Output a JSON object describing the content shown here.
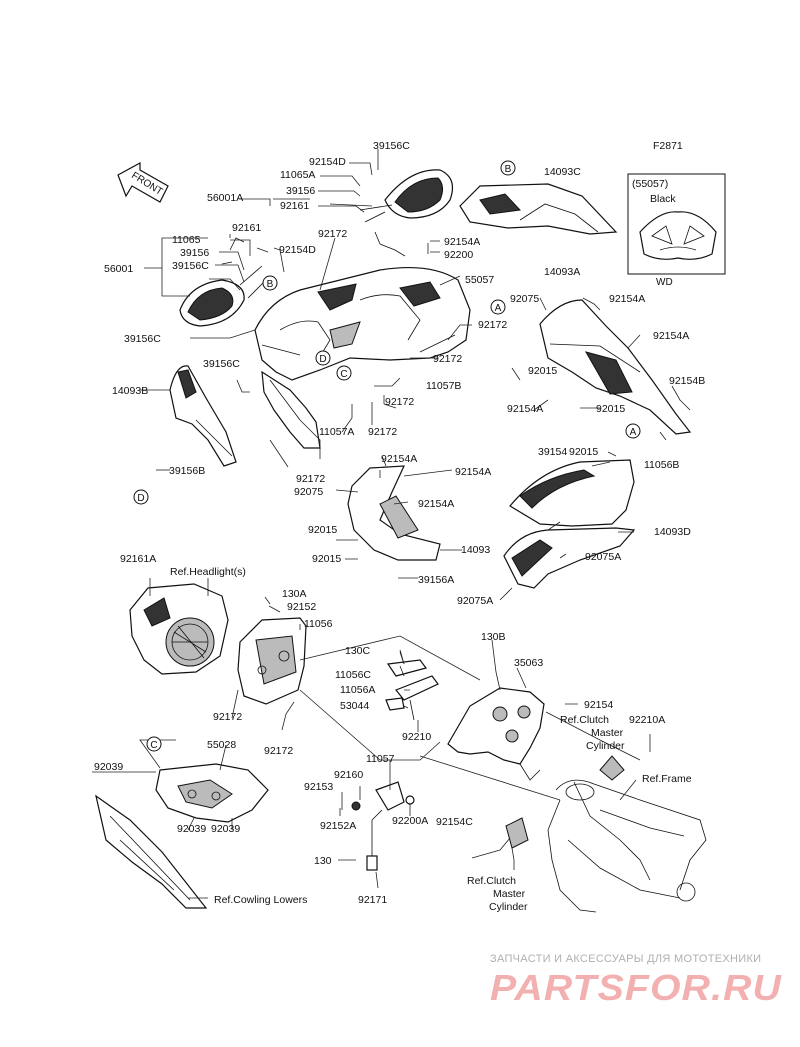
{
  "figure_code": "F2871",
  "front_arrow": "FRONT",
  "inset": {
    "part": "(55057)",
    "color": "Black",
    "variant": "WD"
  },
  "callouts": [
    "A",
    "B",
    "C",
    "D"
  ],
  "labels": {
    "p39156C_a": "39156C",
    "p92154D_a": "92154D",
    "p11065A": "11065A",
    "p39156_a": "39156",
    "p92161_a": "92161",
    "p56001A": "56001A",
    "p14093C": "14093C",
    "p92161_b": "92161",
    "p11065": "11065",
    "p39156_b": "39156",
    "p39156C_b": "39156C",
    "p92154D_b": "92154D",
    "p56001": "56001",
    "p92172_a": "92172",
    "p92154A_a": "92154A",
    "p92200": "92200",
    "p55057": "55057",
    "p14093A": "14093A",
    "p92075_a": "92075",
    "p92154A_b": "92154A",
    "p92172_b": "92172",
    "p39156C_c": "39156C",
    "p92154A_c": "92154A",
    "p92172_c": "92172",
    "p92015_a": "92015",
    "p39156C_d": "39156C",
    "p11057B": "11057B",
    "p14093B": "14093B",
    "p92154B": "92154B",
    "p92154A_d": "92154A",
    "p92015_b": "92015",
    "p92172_d": "92172",
    "p11057A": "11057A",
    "p92172_e": "92172",
    "p92015_c": "92015",
    "p11056B": "11056B",
    "p39154": "39154",
    "p92172_f": "92172",
    "p92154A_e": "92154A",
    "p92154A_f": "92154A",
    "p39156B": "39156B",
    "p92075_b": "92075",
    "p92154A_g": "92154A",
    "p92015_d": "92015",
    "p14093D": "14093D",
    "p92015_e": "92015",
    "p14093": "14093",
    "p92075A_a": "92075A",
    "p92161A": "92161A",
    "p39156A": "39156A",
    "p92075A_b": "92075A",
    "ref_headlight": "Ref.Headlight(s)",
    "p130A": "130A",
    "p92152": "92152",
    "p11056": "11056",
    "p130B": "130B",
    "p130C": "130C",
    "p35063": "35063",
    "p11056C": "11056C",
    "p11056A": "11056A",
    "p92154": "92154",
    "p53044": "53044",
    "p92172_g": "92172",
    "ref_clutch_1": "Ref.Clutch",
    "ref_clutch_1b": "Master",
    "ref_clutch_1c": "Cylinder",
    "p92210A": "92210A",
    "p92172_h": "92172",
    "p92210": "92210",
    "p55028": "55028",
    "p11057": "11057",
    "ref_frame": "Ref.Frame",
    "p92039_a": "92039",
    "p92160": "92160",
    "p92153": "92153",
    "p92200A": "92200A",
    "p92154C": "92154C",
    "p92152A": "92152A",
    "p92039_b": "92039",
    "p92039_c": "92039",
    "p130": "130",
    "ref_clutch_2": "Ref.Clutch",
    "ref_clutch_2b": "Master",
    "ref_clutch_2c": "Cylinder",
    "ref_cowling": "Ref.Cowling Lowers",
    "p92171": "92171"
  },
  "watermark": {
    "tagline": "ЗАПЧАСТИ И АКСЕССУАРЫ ДЛЯ МОТОТЕХНИКИ",
    "brand": "PARTSFOR.RU"
  }
}
